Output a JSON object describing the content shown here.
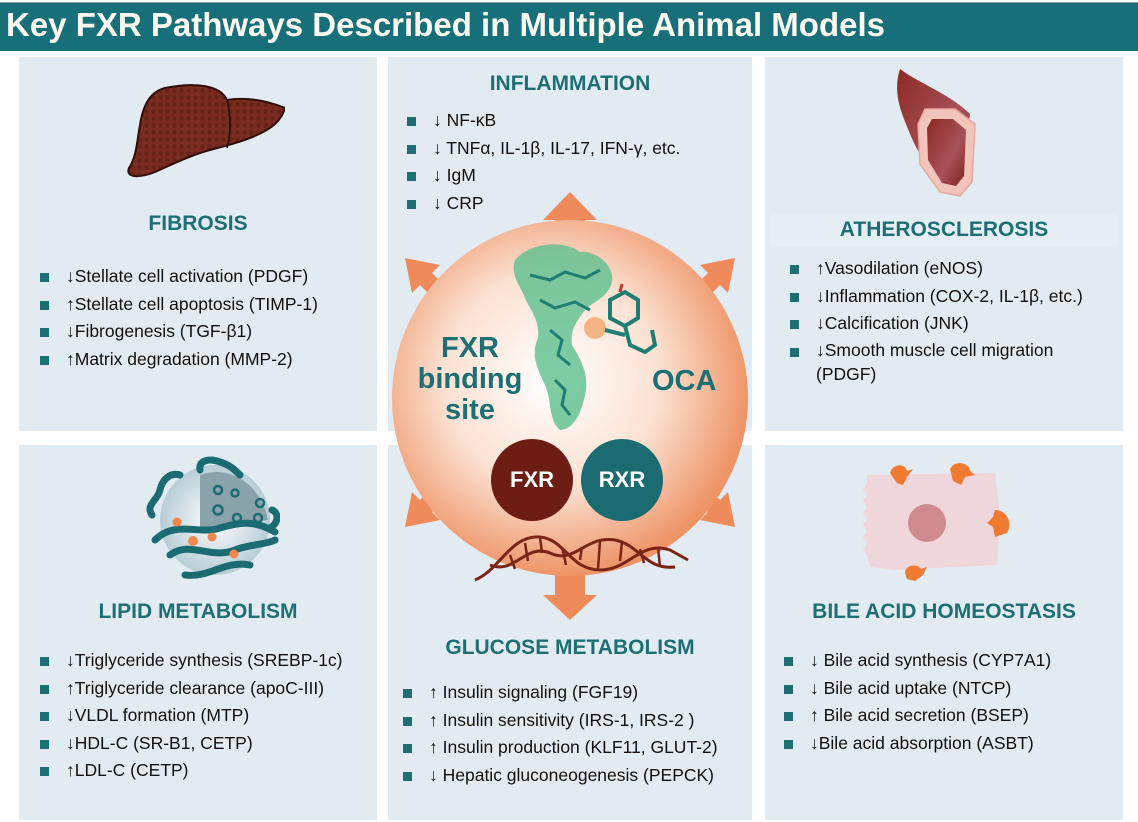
{
  "title": "Key FXR Pathways Described in Multiple Animal Models",
  "colors": {
    "title_bar": "#177079",
    "panel_bg": "#e2ebf2",
    "heading": "#1d6f74",
    "bullet": "#1d6f74",
    "arrow": "#ef8a5a",
    "fxr_circle": "#6e1d14",
    "rxr_circle": "#1a6b72"
  },
  "panels": {
    "fibrosis": {
      "heading": "FIBROSIS",
      "icon": "liver-icon",
      "items": [
        "↓Stellate cell activation (PDGF)",
        "↑Stellate cell apoptosis (TIMP-1)",
        "↓Fibrogenesis (TGF-β1)",
        "↑Matrix degradation (MMP-2)"
      ]
    },
    "inflammation": {
      "heading": "INFLAMMATION",
      "items": [
        "↓ NF-κB",
        "↓ TNFα, IL-1β, IL-17, IFN-γ, etc.",
        "↓ IgM",
        "↓ CRP"
      ]
    },
    "atherosclerosis": {
      "heading": "ATHEROSCLEROSIS",
      "icon": "artery-icon",
      "items": [
        "↑Vasodilation (eNOS)",
        "↓Inflammation (COX-2, IL-1β, etc.)",
        "↓Calcification (JNK)",
        "↓Smooth muscle cell migration (PDGF)"
      ]
    },
    "lipid": {
      "heading": "LIPID METABOLISM",
      "icon": "lipoprotein-icon",
      "items": [
        "↓Triglyceride synthesis (SREBP-1c)",
        "↑Triglyceride clearance (apoC-III)",
        "↓VLDL formation (MTP)",
        "↓HDL-C (SR-B1, CETP)",
        "↑LDL-C (CETP)"
      ]
    },
    "glucose": {
      "heading": "GLUCOSE METABOLISM",
      "items": [
        "↑ Insulin signaling (FGF19)",
        "↑ Insulin sensitivity (IRS-1, IRS-2 )",
        "↑ Insulin production (KLF11, GLUT-2)",
        "↓ Hepatic gluconeogenesis (PEPCK)"
      ]
    },
    "bile": {
      "heading": "BILE ACID HOMEOSTASIS",
      "icon": "hepatocyte-icon",
      "items": [
        "↓ Bile acid synthesis (CYP7A1)",
        "↓ Bile acid uptake (NTCP)",
        "↑ Bile acid secretion (BSEP)",
        "↓Bile acid absorption (ASBT)"
      ]
    }
  },
  "center": {
    "binding_site_label": [
      "FXR",
      "binding",
      "site"
    ],
    "ligand_label": "OCA",
    "fxr_label": "FXR",
    "rxr_label": "RXR",
    "icons": [
      "protein-structure-icon",
      "dna-helix-icon"
    ]
  }
}
